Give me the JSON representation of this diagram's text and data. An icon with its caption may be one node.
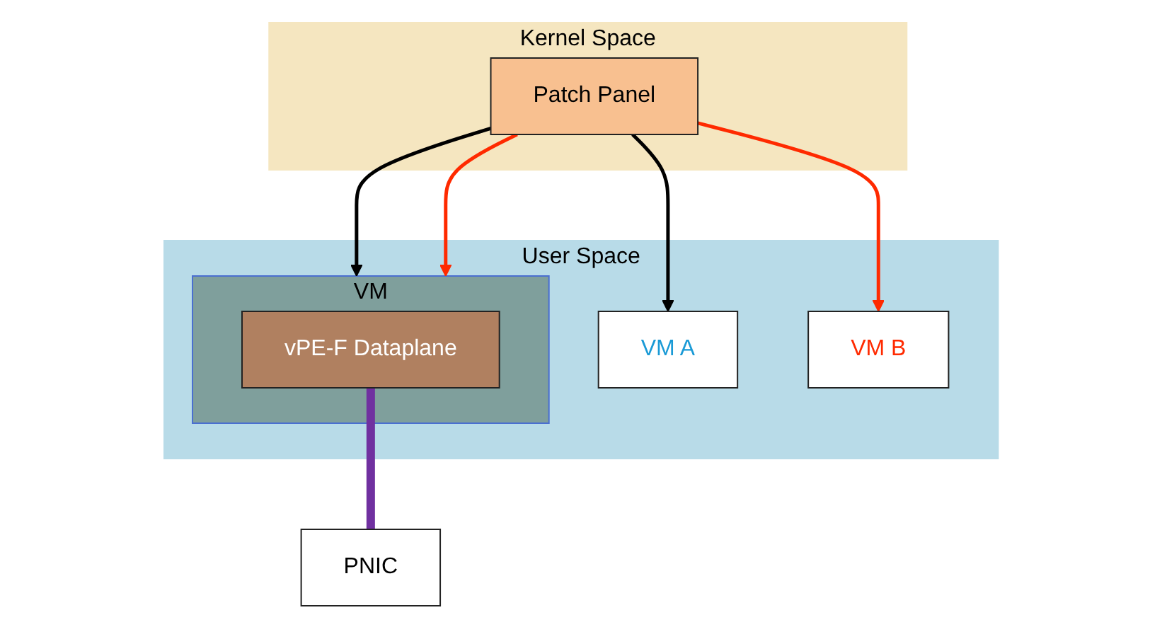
{
  "diagram": {
    "nodes": [
      {
        "text": [
          "User Space"
        ]
      },
      {
        "text": [
          "Kernel Space"
        ]
      },
      {
        "text": [
          "VM"
        ],
        "in": 0
      },
      {
        "text": [
          "vPE-F Dataplane"
        ],
        "in": 2
      },
      {
        "text": [
          "VM A"
        ],
        "in": 0
      },
      {
        "text": [
          "VM B"
        ],
        "in": 0
      },
      {
        "text": [
          "Patch Panel"
        ],
        "in": 1
      },
      {
        "text": [
          "PNIC"
        ]
      }
    ],
    "edges": [
      {
        "from": 3,
        "to": 7,
        "arrow": "none",
        "style": "thick",
        "color": "#7030a0"
      },
      {
        "from": 6,
        "to": 2,
        "arrow": "to"
      },
      {
        "from": 6,
        "to": 2,
        "arrow": "to",
        "color": "#ff2a00"
      },
      {
        "from": 6,
        "to": 4,
        "arrow": "to"
      },
      {
        "from": 6,
        "to": 5,
        "arrow": "to",
        "color": "#ff2a00"
      }
    ]
  }
}
